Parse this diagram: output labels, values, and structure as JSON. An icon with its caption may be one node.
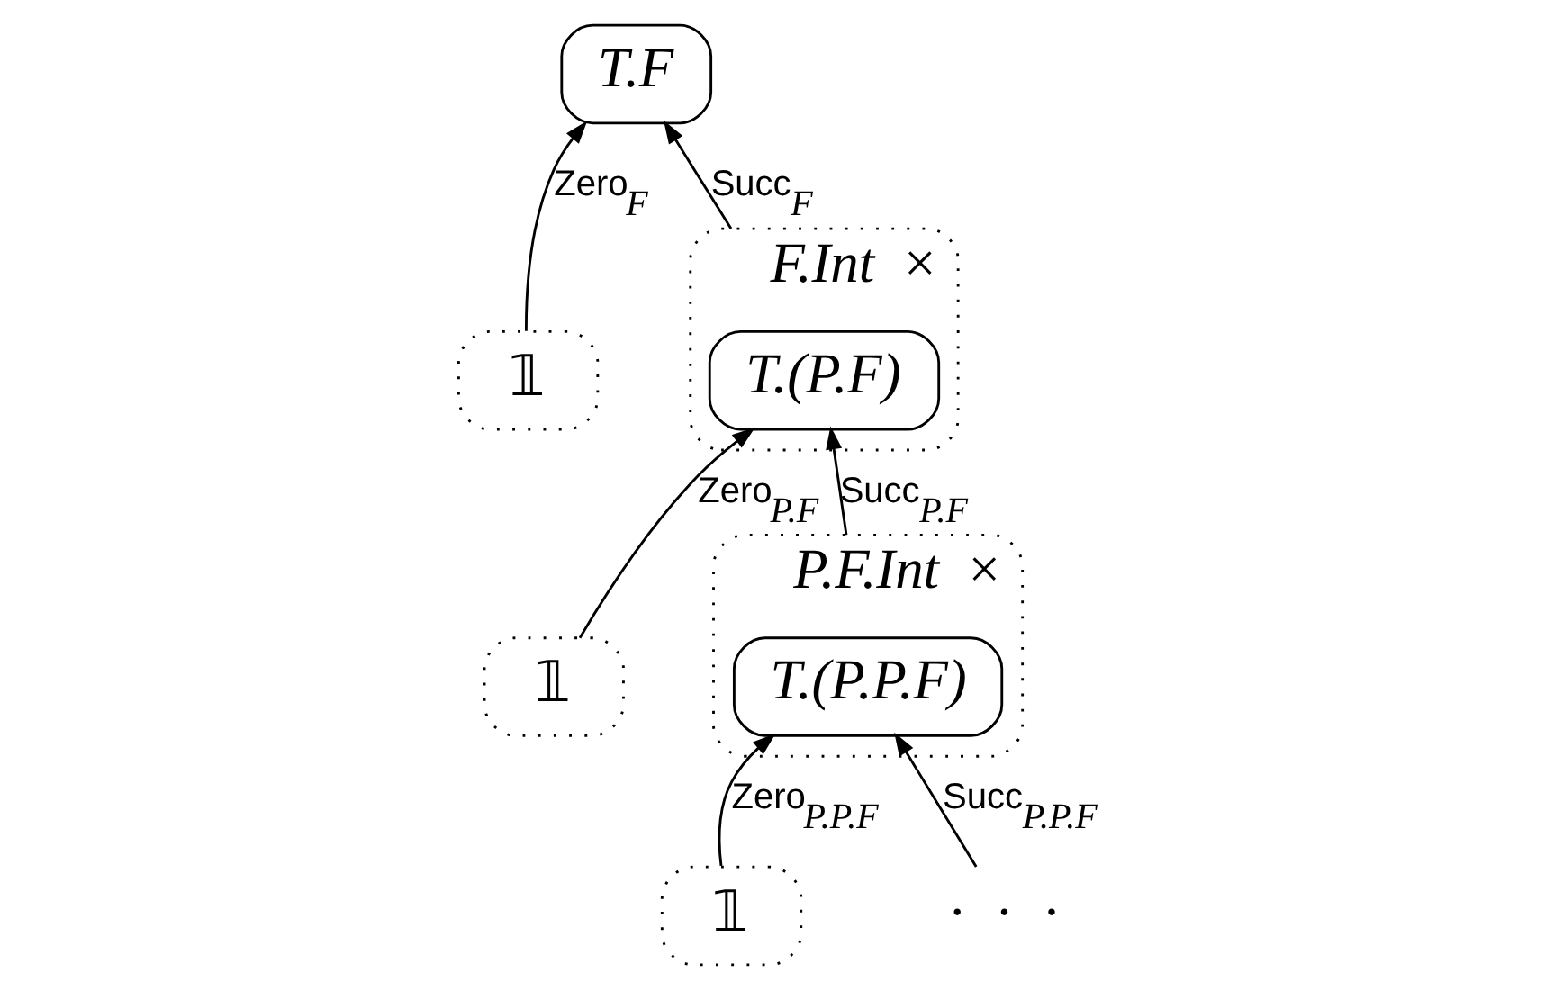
{
  "diagram": {
    "nodes": [
      {
        "text": [
          "T.F"
        ]
      },
      {
        "text": [
          "𝟙"
        ]
      },
      {
        "text": [
          "*F.Int* ×"
        ]
      },
      {
        "text": [
          "T.(P.F)"
        ],
        "in": 2
      },
      {
        "text": [
          "𝟙"
        ]
      },
      {
        "text": [
          "*P.F.Int* ×"
        ]
      },
      {
        "text": [
          "T.(P.P.F)"
        ],
        "in": 5
      },
      {
        "text": [
          "𝟙"
        ]
      },
      {
        "text": [
          "· · ·"
        ]
      }
    ],
    "edges": [
      {
        "from": 1,
        "to": 0,
        "arrow": "to",
        "label": "Zero$_{F}$"
      },
      {
        "from": 2,
        "to": 0,
        "arrow": "to",
        "label": "Succ$_{F}$"
      },
      {
        "from": 4,
        "to": 3,
        "arrow": "to",
        "label": "Zero$_{P.F}$"
      },
      {
        "from": 5,
        "to": 3,
        "arrow": "to",
        "label": "Succ$_{P.F}$"
      },
      {
        "from": 7,
        "to": 6,
        "arrow": "to",
        "label": "Zero$_{P.P.F}$"
      },
      {
        "from": 8,
        "to": 6,
        "arrow": "to",
        "label": "Succ$_{P.P.F}$"
      }
    ]
  }
}
